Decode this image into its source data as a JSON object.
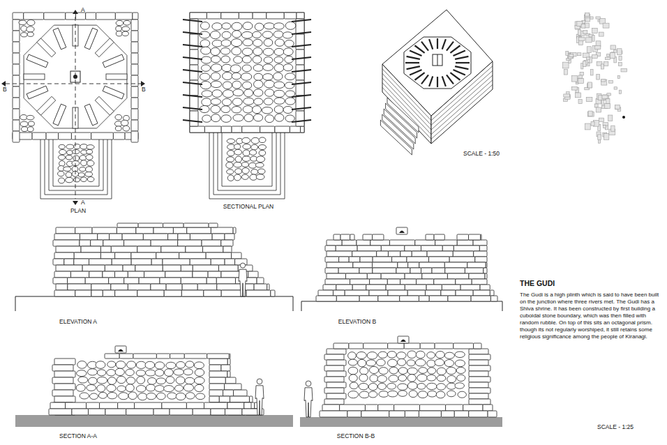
{
  "diagram": {
    "title": "THE GUDI",
    "caption": "The Gudi is a high plinth which is said to have been built on the junction where three rivers met. The Gudi has a Shiva shrine. It has been constructed by first building a cuboidal stone boundary, which was then filled with random rubble. On top of this sits an octagonal prism. though its not regularly worshiped, it still retains some religious significance among the people of Kiranagi.",
    "labels": [
      "A",
      "A",
      "B",
      "B",
      "PLAN",
      "SECTIONAL PLAN",
      "SCALE - 1:50",
      "ELEVATION A",
      "ELEVATION B",
      "SECTION A-A",
      "SECTION B-B",
      "SCALE - 1:25"
    ]
  }
}
